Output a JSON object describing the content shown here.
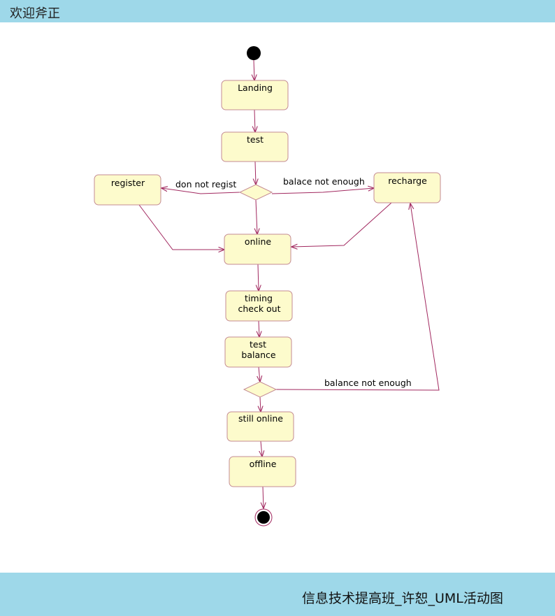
{
  "header": {
    "title": "欢迎斧正"
  },
  "footer": {
    "title": "信息技术提高班_许恕_UML活动图"
  },
  "diagram": {
    "nodes": {
      "landing": "Landing",
      "test": "test",
      "register": "register",
      "recharge": "recharge",
      "online": "online",
      "timing_line1": "timing",
      "timing_line2": "check out",
      "test_balance_line1": "test",
      "test_balance_line2": "balance",
      "still_online": "still online",
      "offline": "offline"
    },
    "edges": {
      "don_not_regist": "don not regist",
      "balace_not_enough": "balace not enough",
      "balance_not_enough": "balance not enough"
    }
  }
}
